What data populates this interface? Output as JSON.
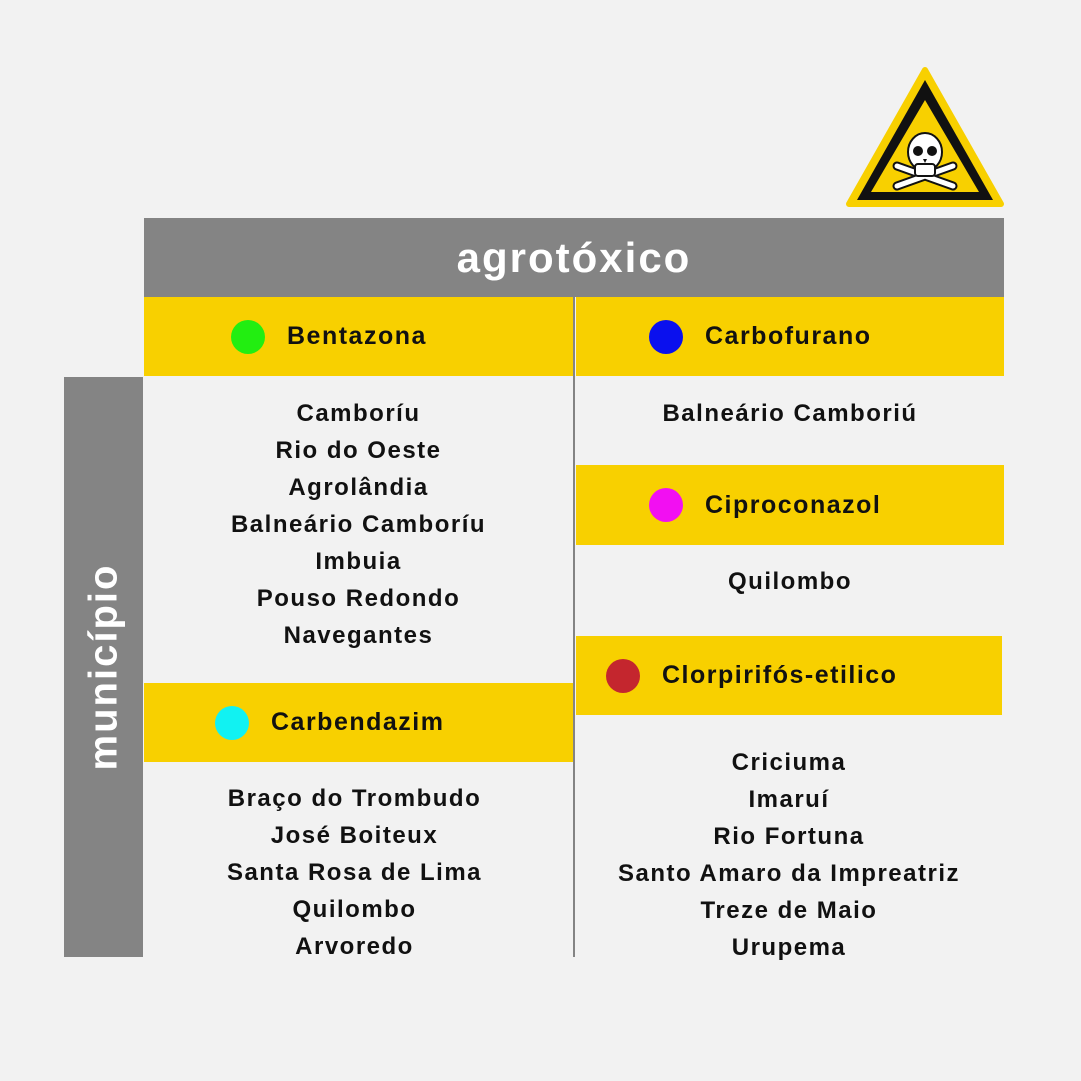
{
  "header": {
    "title": "agrotóxico"
  },
  "side": {
    "title": "município"
  },
  "icons": {
    "warning": "toxic-warning-skull-triangle"
  },
  "colors": {
    "band": "#f8d000",
    "header": "#848484",
    "background": "#f2f2f2"
  },
  "groups": [
    {
      "name": "Bentazona",
      "color": "#22ee11",
      "municipios": [
        "Camboríu",
        "Rio do Oeste",
        "Agrolândia",
        "Balneário Camboríu",
        "Imbuia",
        "Pouso Redondo",
        "Navegantes"
      ]
    },
    {
      "name": "Carbendazim",
      "color": "#11f2f2",
      "municipios": [
        "Braço do Trombudo",
        "José Boiteux",
        "Santa Rosa de Lima",
        "Quilombo",
        "Arvoredo"
      ]
    },
    {
      "name": "Carbofurano",
      "color": "#0a10ee",
      "municipios": [
        "Balneário Camboriú"
      ]
    },
    {
      "name": "Ciproconazol",
      "color": "#f20ff2",
      "municipios": [
        "Quilombo"
      ]
    },
    {
      "name": "Clorpirifós-etilico",
      "color": "#c4262e",
      "municipios": [
        "Criciuma",
        "Imaruí",
        "Rio Fortuna",
        "Santo Amaro da Impreatriz",
        "Treze de Maio",
        "Urupema"
      ]
    }
  ]
}
